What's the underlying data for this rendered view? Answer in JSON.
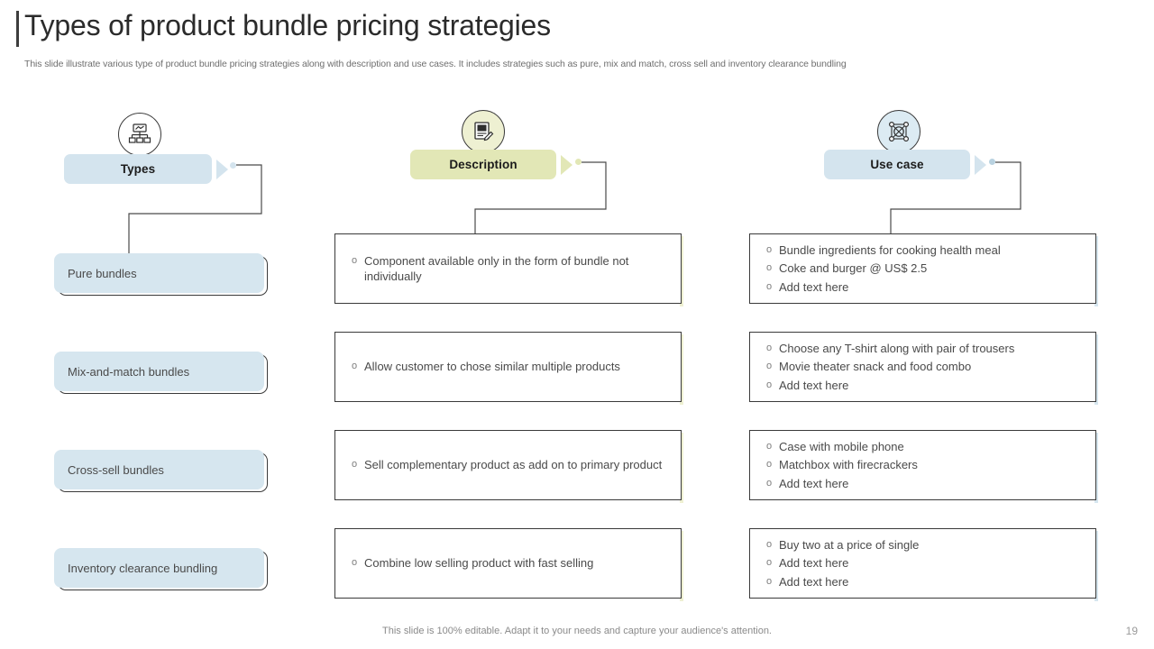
{
  "title": "Types of product bundle pricing strategies",
  "subtitle": "This slide illustrate various type of product bundle pricing strategies along with description and use cases. It includes strategies such as pure, mix and match, cross sell and inventory clearance bundling",
  "columns": [
    {
      "key": "types",
      "label": "Types",
      "icon": "handshake-hierarchy-icon",
      "pill_color": "#d4e4ee",
      "arrow_color": "#d4e4ee",
      "dot_color": "#d4e4ee",
      "strip_color": "#d6e6ef"
    },
    {
      "key": "description",
      "label": "Description",
      "icon": "note-document-icon",
      "pill_color": "#e2e7b6",
      "arrow_color": "#e2e7b6",
      "dot_color": "#e2e7b6",
      "strip_color": "#eef0d2"
    },
    {
      "key": "usecase",
      "label": "Use case",
      "icon": "network-nodes-icon",
      "pill_color": "#d4e4ee",
      "arrow_color": "#d4e4ee",
      "dot_color": "#b9d2e0",
      "strip_color": "#d6e6ef"
    }
  ],
  "rows": [
    {
      "type": "Pure bundles",
      "description": [
        "Component available  only in the form of bundle not individually"
      ],
      "usecase": [
        "Bundle ingredients for cooking health meal",
        "Coke and burger @ US$ 2.5",
        "Add text here"
      ]
    },
    {
      "type": "Mix-and-match bundles",
      "description": [
        "Allow customer to chose similar multiple products"
      ],
      "usecase": [
        "Choose any T-shirt along with pair of trousers",
        "Movie theater snack and food combo",
        "Add text here"
      ]
    },
    {
      "type": "Cross-sell bundles",
      "description": [
        "Sell complementary product as add on to primary product"
      ],
      "usecase": [
        "Case with mobile phone",
        "Matchbox with firecrackers",
        "Add text here"
      ]
    },
    {
      "type": "Inventory clearance bundling",
      "description": [
        "Combine low selling product with fast selling"
      ],
      "usecase": [
        "Buy two at a price of single",
        "Add text here",
        "Add text here"
      ]
    }
  ],
  "bullet_mark": "o",
  "footer_note": "This slide is 100% editable. Adapt it to your needs and capture your audience's attention.",
  "page_number": "19"
}
